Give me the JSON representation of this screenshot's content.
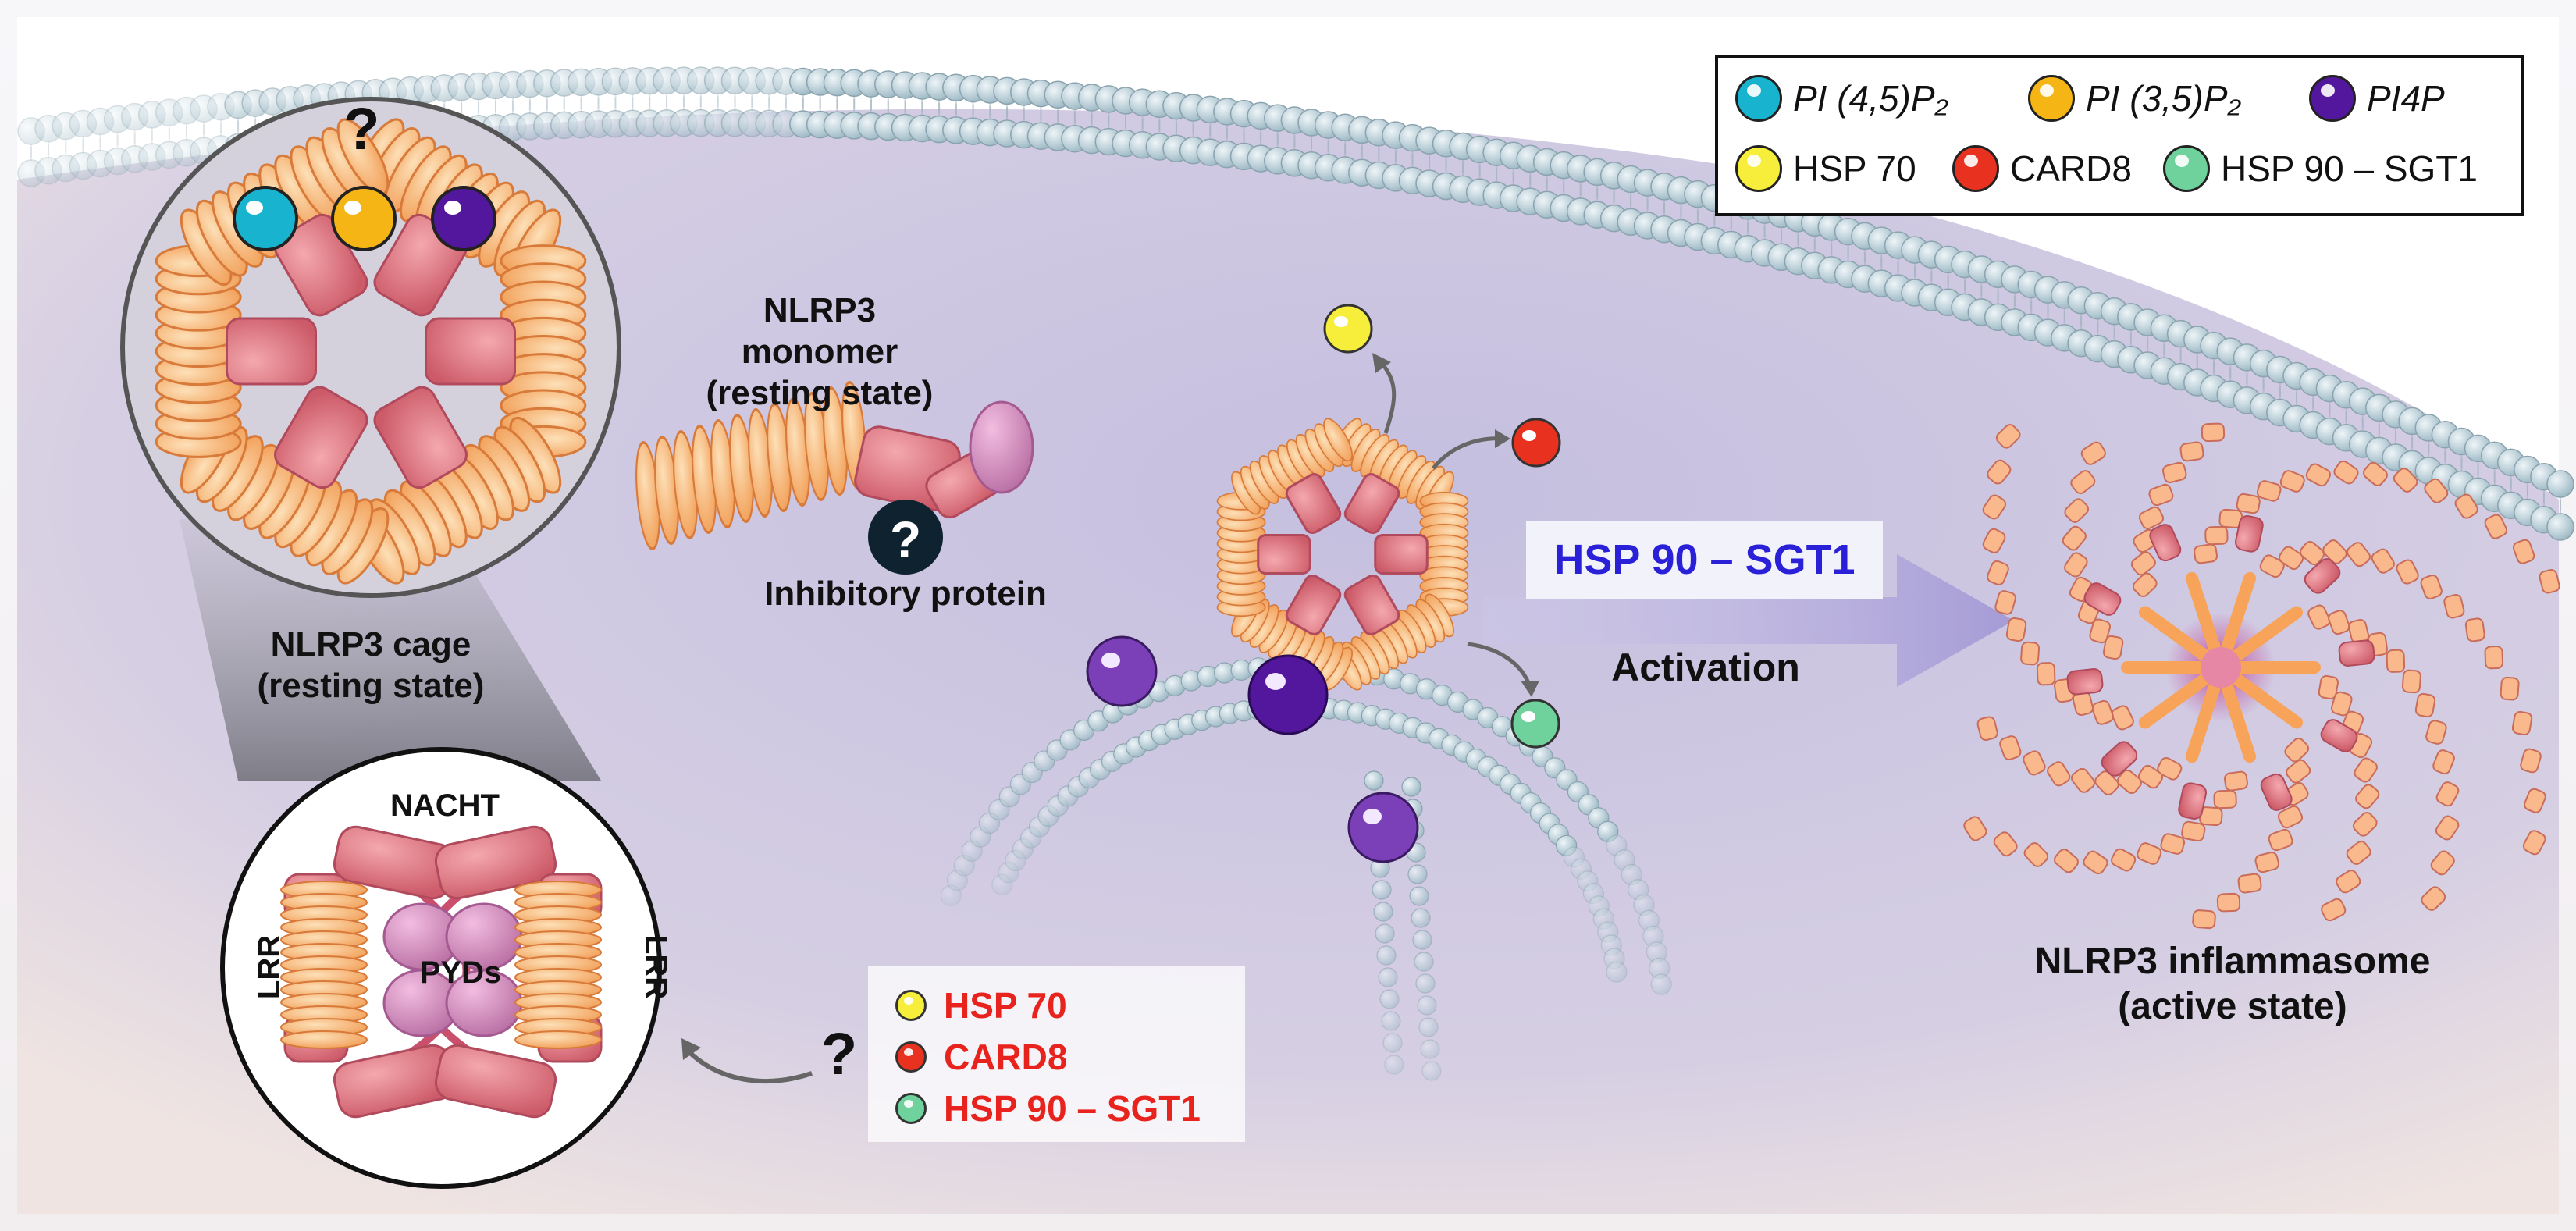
{
  "legend": {
    "items": [
      {
        "label": "PI (4,5)P₂",
        "color": "#18b4cf",
        "italic": true
      },
      {
        "label": "PI (3,5)P₂",
        "color": "#f5b515",
        "italic": true
      },
      {
        "label": "PI4P",
        "color": "#52179c",
        "italic": true
      },
      {
        "label": "HSP 70",
        "color": "#f6ee3a",
        "italic": false
      },
      {
        "label": "CARD8",
        "color": "#e8321f",
        "italic": false
      },
      {
        "label": "HSP 90 – SGT1",
        "color": "#6fd19c",
        "italic": false
      }
    ]
  },
  "labels": {
    "question_mark": "?",
    "cage_line1": "NLRP3 cage",
    "cage_line2": "(resting state)",
    "monomer_line1": "NLRP3",
    "monomer_line2": "monomer",
    "monomer_line3": "(resting state)",
    "inhibitory_protein": "Inhibitory protein",
    "nacht": "NACHT",
    "lrr": "LRR",
    "pyds": "PYDs",
    "activation": "Activation",
    "hsp90_arrow": "HSP 90 – SGT1",
    "inflammasome_line1": "NLRP3 inflammasome",
    "inflammasome_line2": "(active state)"
  },
  "candidates": {
    "question_mark": "?",
    "items": [
      {
        "label": "HSP 70",
        "color": "#f6ee3a"
      },
      {
        "label": "CARD8",
        "color": "#e8321f"
      },
      {
        "label": "HSP 90 – SGT1",
        "color": "#6fd19c"
      }
    ]
  },
  "colors": {
    "lrr_orange": "#f7b270",
    "nacht_pink": "#e07480",
    "pyd_mauve": "#d087b8",
    "membrane_bead": "#b9cfd8",
    "cytoplasm": "#cbc6df",
    "arrow_purple": "#b7aedb",
    "candidate_text": "#e8231d",
    "hsp_arrow_text": "#2a20d8"
  }
}
